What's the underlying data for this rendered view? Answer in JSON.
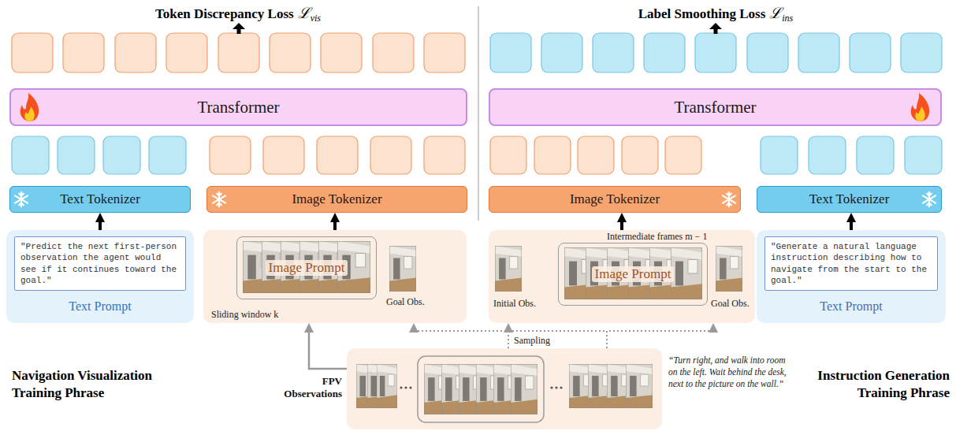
{
  "diagram": {
    "nodes": [
      {
        "text": [
          "Transformer"
        ]
      },
      {
        "text": [
          "Text Tokenizer"
        ]
      },
      {
        "text": [
          "Image Tokenizer"
        ]
      },
      {
        "text": [
          "Text Prompt"
        ]
      },
      {
        "text": [
          "\"Predict the next first-person observation the agent would see if it continues toward the goal.\""
        ],
        "in": 3
      },
      {
        "text": [
          "Goal Obs.",
          "Sliding window k"
        ]
      },
      {
        "text": [
          "Image Prompt"
        ],
        "in": 5
      },
      {
        "text": [
          "Transformer"
        ]
      },
      {
        "text": [
          "Image Tokenizer"
        ]
      },
      {
        "text": [
          "Text Tokenizer"
        ]
      },
      {
        "text": [
          "Intermediate frames m − 1",
          "Initial Obs.",
          "Goal Obs."
        ]
      },
      {
        "text": [
          "Image Prompt"
        ],
        "in": 10
      },
      {
        "text": [
          "Text Prompt"
        ]
      },
      {
        "text": [
          "\"Generate a natural language instruction describing how to navigate from the start to the goal.\""
        ],
        "in": 12
      },
      {
        "text": [
          "FPV Observations"
        ]
      }
    ],
    "edges": [
      {
        "from": 3,
        "to": 1,
        "arrow": "to"
      },
      {
        "from": 5,
        "to": 2,
        "arrow": "to"
      },
      {
        "from": 10,
        "to": 8,
        "arrow": "to"
      },
      {
        "from": 12,
        "to": 9,
        "arrow": "to"
      },
      {
        "from": 14,
        "to": 5,
        "arrow": "to"
      },
      {
        "from": 14,
        "to": 10,
        "arrow": "to"
      },
      {
        "from": 14,
        "to": 5,
        "arrow": "to"
      },
      {
        "from": 14,
        "to": 10,
        "arrow": "to"
      }
    ],
    "labels": [
      "Token Discrepancy Loss",
      "ℒ",
      "vis",
      "Label Smoothing Loss",
      "ℒ",
      "ins",
      "Sampling",
      "Navigation Visualization Training Phrase",
      "Instruction Generation Training Phrase",
      "“Turn right, and walk into room on the left. Wait behind the desk, next to the picture on the wall.”"
    ]
  }
}
